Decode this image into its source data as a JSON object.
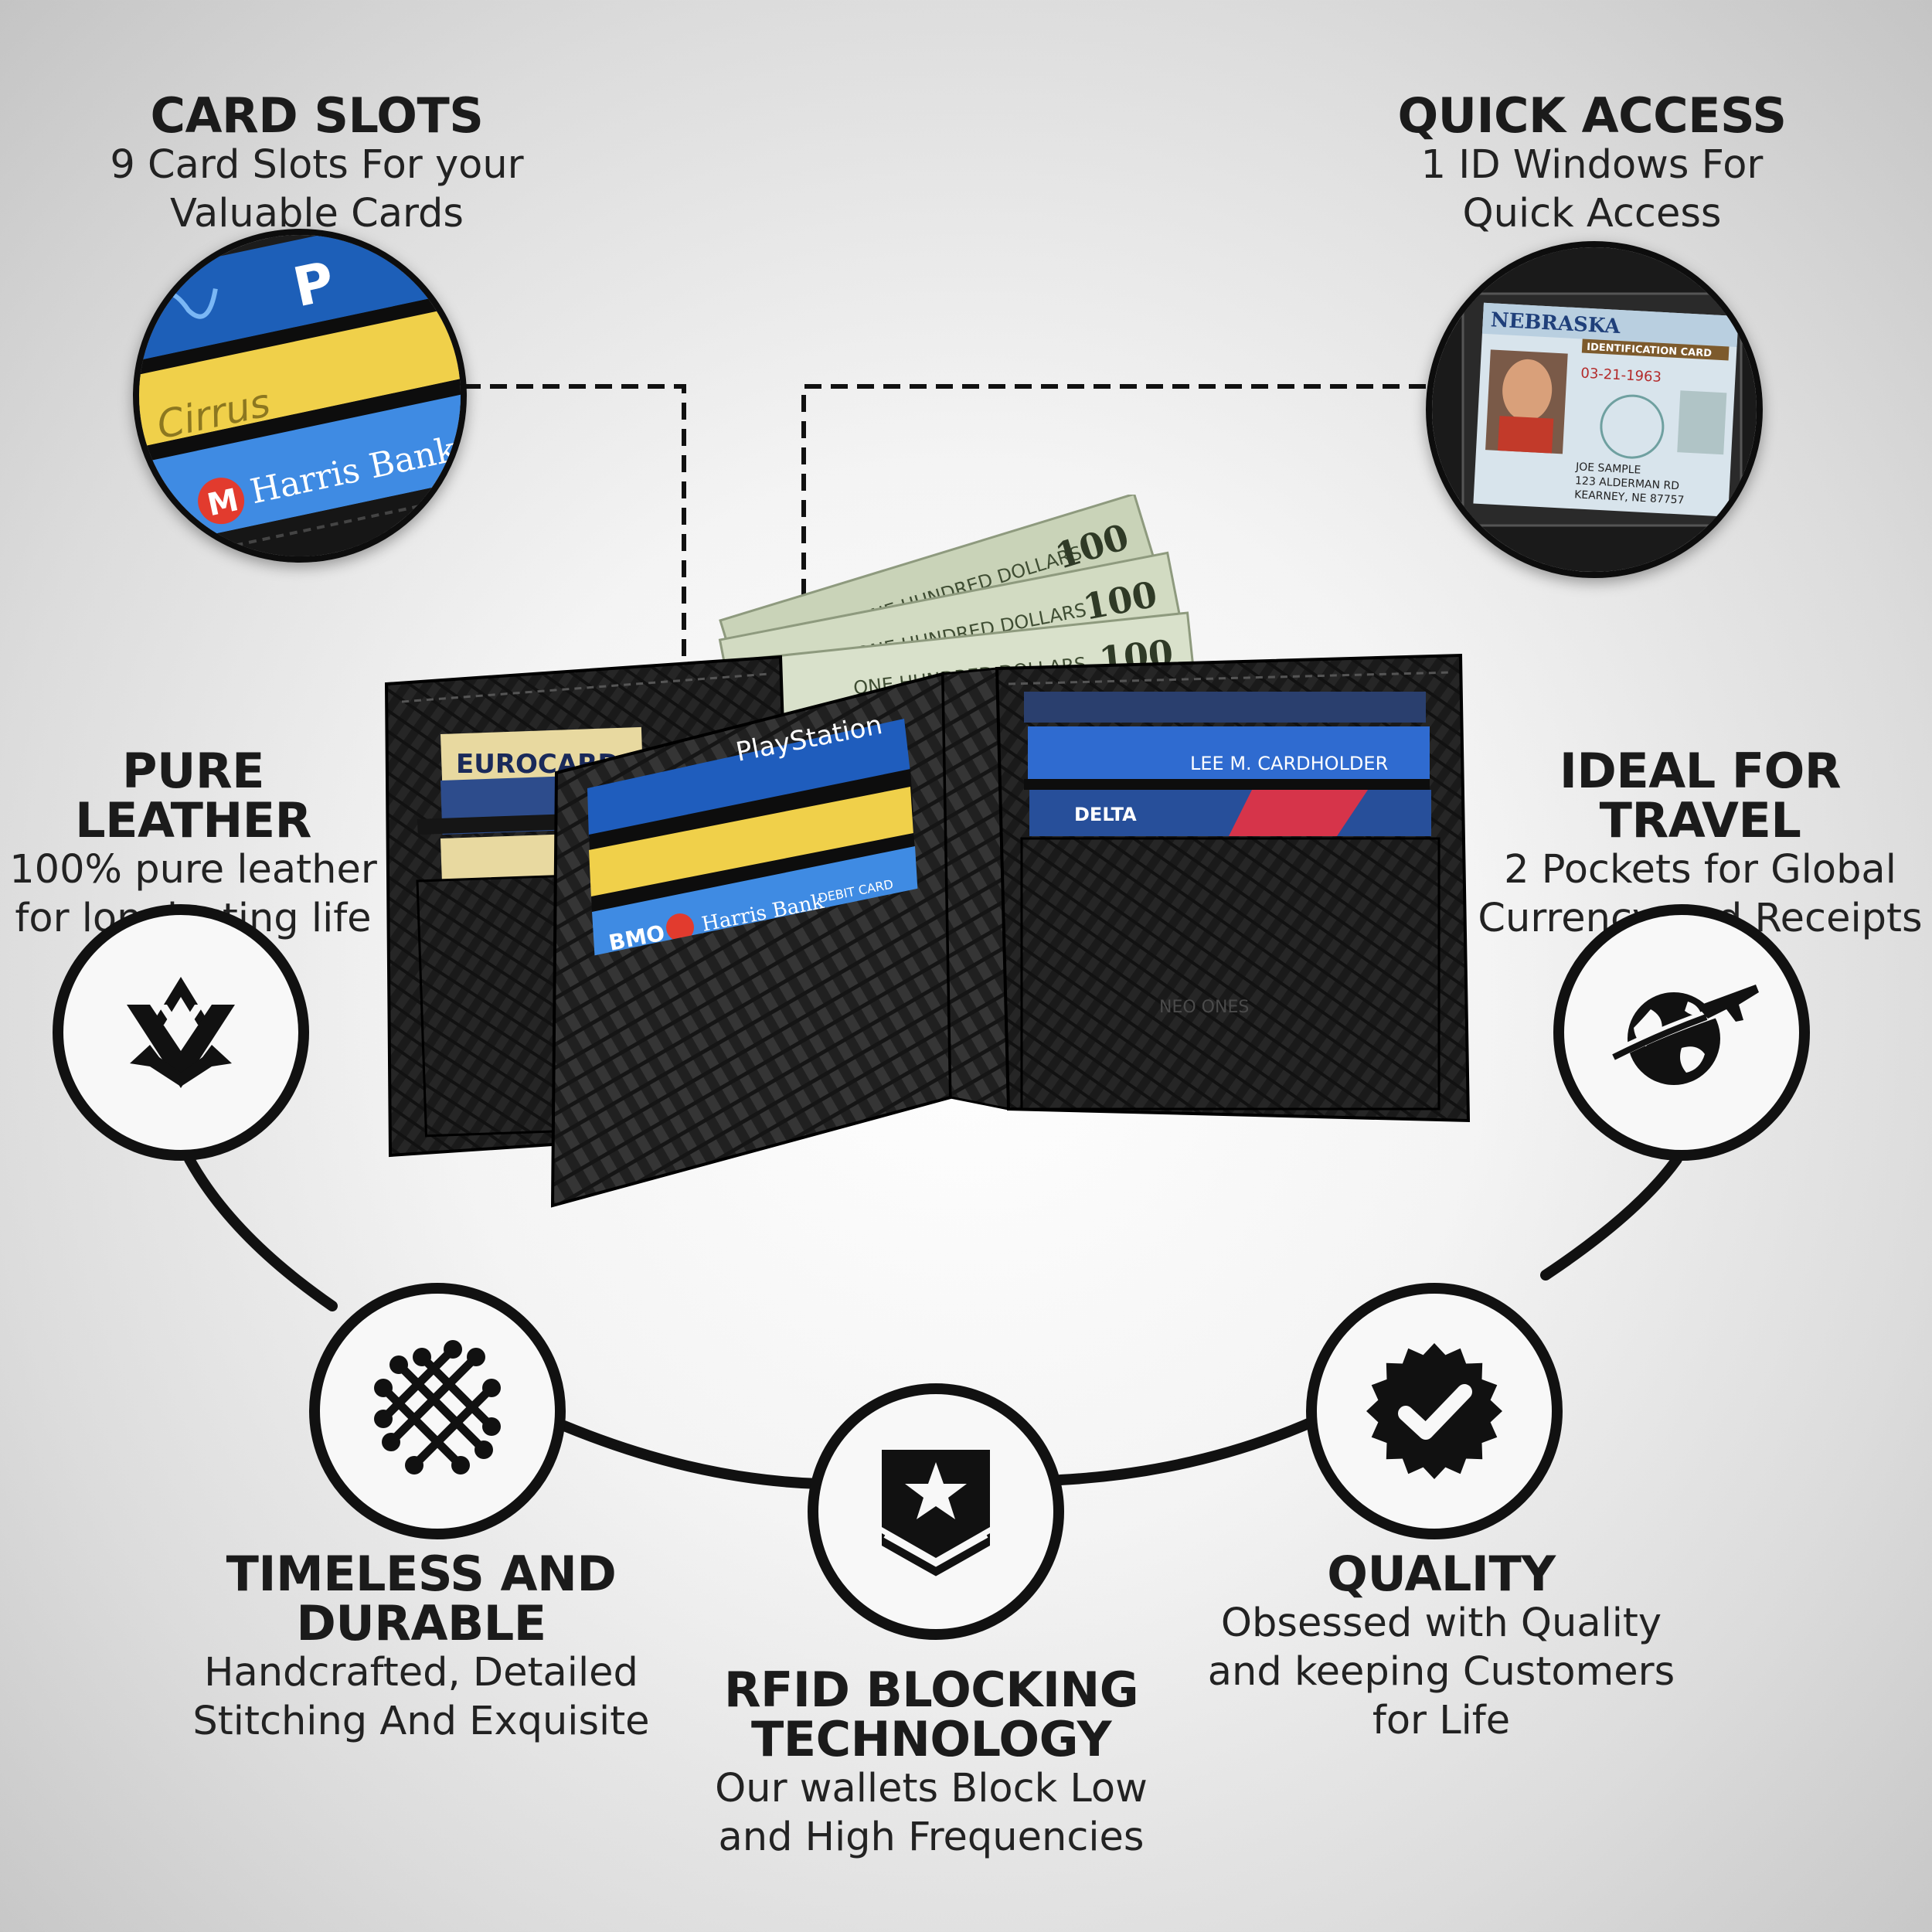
{
  "features": {
    "card_slots": {
      "title": "CARD SLOTS",
      "desc_line1": "9 Card Slots For your",
      "desc_line2": "Valuable Cards"
    },
    "quick_access": {
      "title": "QUICK ACCESS",
      "desc_line1": "1 ID Windows For",
      "desc_line2": "Quick Access"
    },
    "pure_leather": {
      "title": "PURE LEATHER",
      "desc_line1": "100% pure leather",
      "desc_line2": "for longlasting life"
    },
    "ideal_travel": {
      "title": "IDEAL FOR TRAVEL",
      "desc_line1": "2 Pockets for Global",
      "desc_line2": "Currency and Receipts"
    },
    "timeless": {
      "title_line1": "TIMELESS AND",
      "title_line2": "DURABLE",
      "desc_line1": "Handcrafted, Detailed",
      "desc_line2": "Stitching And Exquisite"
    },
    "rfid": {
      "title_line1": "RFID BLOCKING",
      "title_line2": "TECHNOLOGY",
      "desc_line1": "Our wallets Block Low",
      "desc_line2": "and High Frequencies"
    },
    "quality": {
      "title": "QUALITY",
      "desc_line1": "Obsessed with Quality",
      "desc_line2": "and keeping Customers",
      "desc_line3": "for Life"
    }
  },
  "wallet_cards": {
    "eurocard": "EUROCARD",
    "playstation": "PlayStation",
    "cirrus": "Cirrus",
    "harris": "Harris Bank",
    "bmo": "BMO",
    "debit": "DEBIT CARD",
    "delta": "DELTA",
    "cardholder": "LEE M. CARDHOLDER",
    "bill_value": "100",
    "bill_text": "ONE HUNDRED DOLLARS",
    "brand": "NEO ONES"
  },
  "zoom_id": {
    "state": "NEBRASKA",
    "card_type": "IDENTIFICATION CARD",
    "dob": "03-21-1963",
    "name": "JOE SAMPLE",
    "address": "123 ALDERMAN RD",
    "city": "KEARNEY, NE 87757"
  },
  "icons": [
    "leather-badge-icon",
    "globe-plane-icon",
    "stitch-grid-icon",
    "shield-star-icon",
    "check-seal-icon"
  ],
  "colors": {
    "accent_dark": "#111111",
    "card_blue": "#2f6bd0",
    "card_yellow": "#f0d04a",
    "bill_green": "#c9d3b8"
  }
}
